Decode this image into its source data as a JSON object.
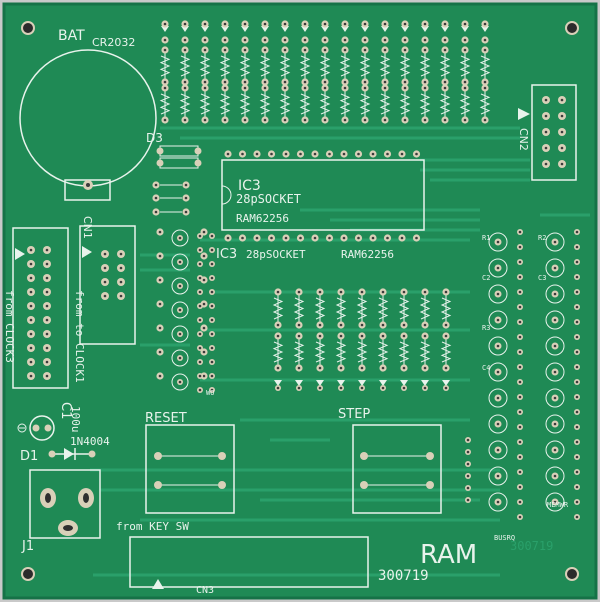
{
  "board": {
    "colors": {
      "pcb": "#1f8a55",
      "trace": "#2aa06a",
      "silk": "#e8f3ec",
      "pad": "#d9d0b8",
      "hole": "#3b3b3b"
    },
    "labels": {
      "bat": "BAT",
      "cr2032": "CR2032",
      "d3": "D3",
      "cn2": "CN2",
      "ic3_top": "IC3",
      "socket_top": "28pSOCKET",
      "ram_top": "RAM62256",
      "ic3_bottom": "IC3",
      "socket_bottom": "28pSOCKET",
      "ram_bottom": "RAM62256",
      "cn1": "CN1",
      "from_clock3": "from CLOCK3",
      "from_to_clock1": "from to CLOCK1",
      "c1": "C1",
      "c1_value": "100u",
      "d1": "D1",
      "d1_part": "1N4004",
      "reset": "RESET",
      "step": "STEP",
      "j1": "J1",
      "from_key_sw": "from KEY SW",
      "cn3": "CN3",
      "ram": "RAM",
      "date": "300719",
      "date_faint": "300719",
      "busrq": "BUSRQ",
      "memwr": "MEMWR",
      "wo": "WO",
      "r1": "R1",
      "r2": "R2",
      "r3": "R3",
      "c2": "C2",
      "c3": "C3",
      "c4": "C4"
    }
  }
}
